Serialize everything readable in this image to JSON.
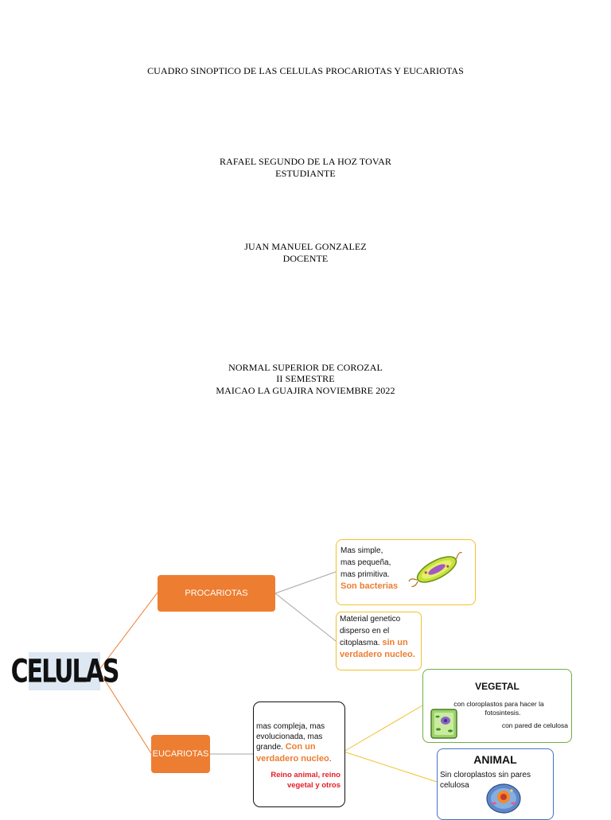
{
  "cover": {
    "title": "CUADRO SINOPTICO DE  LAS CELULAS PROCARIOTAS Y EUCARIOTAS",
    "student_name": "RAFAEL SEGUNDO DE LA HOZ TOVAR",
    "student_role": "ESTUDIANTE",
    "teacher_name": "JUAN MANUEL GONZALEZ",
    "teacher_role": "DOCENTE",
    "institution": "NORMAL SUPERIOR DE COROZAL",
    "semester": "II SEMESTRE",
    "place_date": "MAICAO LA GUAJIRA NOVIEMBRE 2022"
  },
  "diagram": {
    "root": "CELULAS",
    "procariotas": {
      "label": "PROCARIOTAS",
      "box1": {
        "line1": "Mas simple,",
        "line2": "mas pequeña,",
        "line3": "mas primitiva.",
        "highlight": "Son bacterias"
      },
      "box2": {
        "line1": "Material genetico",
        "line2": "disperso en el",
        "line3": "citoplasma.",
        "highlight1": "sin un",
        "highlight2": "verdadero nucleo."
      }
    },
    "eucariotas": {
      "label": "EUCARIOTAS",
      "desc": {
        "line1": "mas compleja, mas",
        "line2": "evolucionada, mas",
        "line3": "grande.",
        "highlight1": "Con un",
        "highlight2": "verdadero nucleo",
        "period": ".",
        "red1": "Reino animal, reino",
        "red2": "vegetal y otros"
      },
      "vegetal": {
        "title": "VEGETAL",
        "line1": "con cloroplastos para hacer la",
        "line2": "fotosintesis.",
        "line3": "con pared de celulosa"
      },
      "animal": {
        "title": "ANIMAL",
        "line1": "Sin cloroplastos sin pares",
        "line2": "celulosa"
      }
    },
    "colors": {
      "node_orange": "#ED7D31",
      "box_border_yellow": "#F2C12E",
      "box_border_green": "#70AD47",
      "box_border_blue": "#4472C4",
      "connector_gray": "#A6A6A6",
      "red_text": "#E41E26"
    },
    "icons": [
      "bacteria-icon",
      "plant-cell-icon",
      "animal-cell-icon"
    ]
  }
}
